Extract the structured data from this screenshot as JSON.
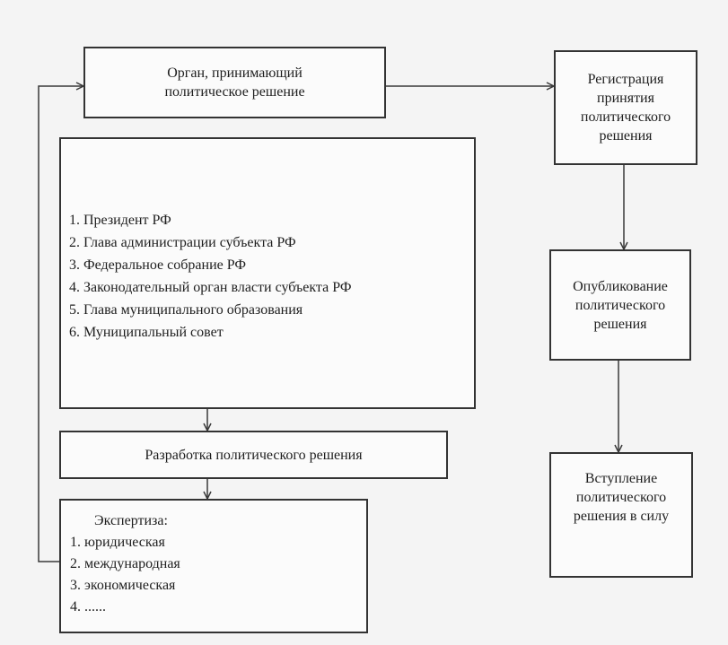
{
  "organ": {
    "line1": "Орган, принимающий",
    "line2": "политическое решение"
  },
  "bodies": {
    "items": [
      "1. Президент РФ",
      "2. Глава администрации субъекта РФ",
      "3. Федеральное собрание РФ",
      "4. Законодательный орган власти субъекта РФ",
      "5. Глава муниципального образования",
      "6. Муниципальный совет"
    ]
  },
  "development": {
    "label": "Разработка политического решения"
  },
  "expertise": {
    "title": "Экспертиза:",
    "items": [
      "1. юридическая",
      "2. международная",
      "3. экономическая",
      "4. ......"
    ]
  },
  "registration": {
    "lines": [
      "Регистрация",
      "принятия",
      "политического",
      "решения"
    ]
  },
  "publication": {
    "lines": [
      "Опубликование",
      "политического",
      "решения"
    ]
  },
  "entry": {
    "lines": [
      "Вступление",
      "политического",
      "решения в силу"
    ]
  }
}
